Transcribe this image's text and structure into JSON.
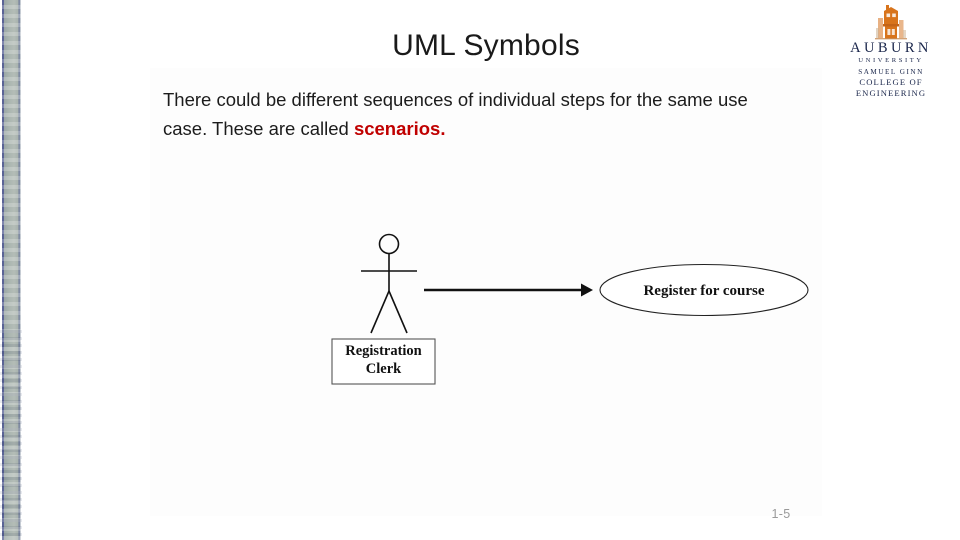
{
  "slide": {
    "title": "UML Symbols",
    "page_number": "1-5",
    "body": {
      "lead": "There could be different sequences of individual steps for the same use case. These are called ",
      "emphasis": "scenarios.",
      "emphasis_color": "#C00000"
    }
  },
  "logo": {
    "icon": "auburn-tower-icon",
    "wordmark": "AUBURN",
    "university": "UNIVERSITY",
    "college_line1": "SAMUEL GINN",
    "college_line2": "COLLEGE OF ENGINEERING",
    "navy": "#19254A",
    "orange": "#D8741C"
  },
  "diagram": {
    "type": "uml-use-case-diagram",
    "actor": {
      "icon": "stick-figure-actor-icon",
      "label_line1": "Registration",
      "label_line2": "Clerk"
    },
    "association": {
      "icon": "arrow-right-icon"
    },
    "use_case": {
      "label": "Register for course"
    }
  },
  "decor": {
    "edge_strip": "scanner-edge-artifact"
  }
}
